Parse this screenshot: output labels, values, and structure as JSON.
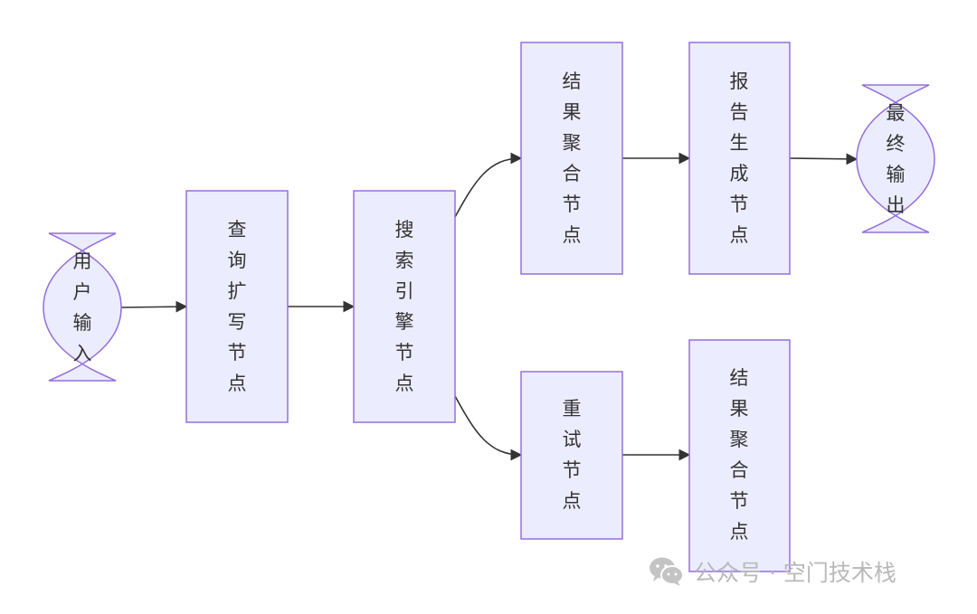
{
  "nodes": {
    "user_input": "用户输入",
    "query_expansion": "查询扩写节点",
    "search_engine": "搜索引擎节点",
    "result_aggregation_1": "结果聚合节点",
    "report_generation": "报告生成节点",
    "final_output": "最终输出",
    "retry": "重试节点",
    "result_aggregation_2": "结果聚合节点"
  },
  "watermark": {
    "text": "公众号 · 空门技术栈",
    "icon": "wechat-icon"
  },
  "colors": {
    "node_fill": "#ECECFF",
    "node_stroke": "#9370DB",
    "edge": "#333333",
    "text": "#333333",
    "watermark": "#b9b9b9"
  }
}
